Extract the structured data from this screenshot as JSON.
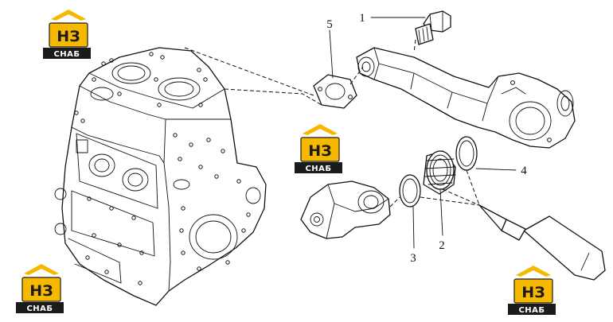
{
  "watermark": {
    "main_text": "НЗ",
    "sub_text": "СНАБ",
    "colors": {
      "accent": "#f7b900",
      "dark": "#1b1b1b"
    }
  },
  "callouts": [
    {
      "number": "1"
    },
    {
      "number": "2"
    },
    {
      "number": "3"
    },
    {
      "number": "4"
    },
    {
      "number": "5"
    }
  ]
}
